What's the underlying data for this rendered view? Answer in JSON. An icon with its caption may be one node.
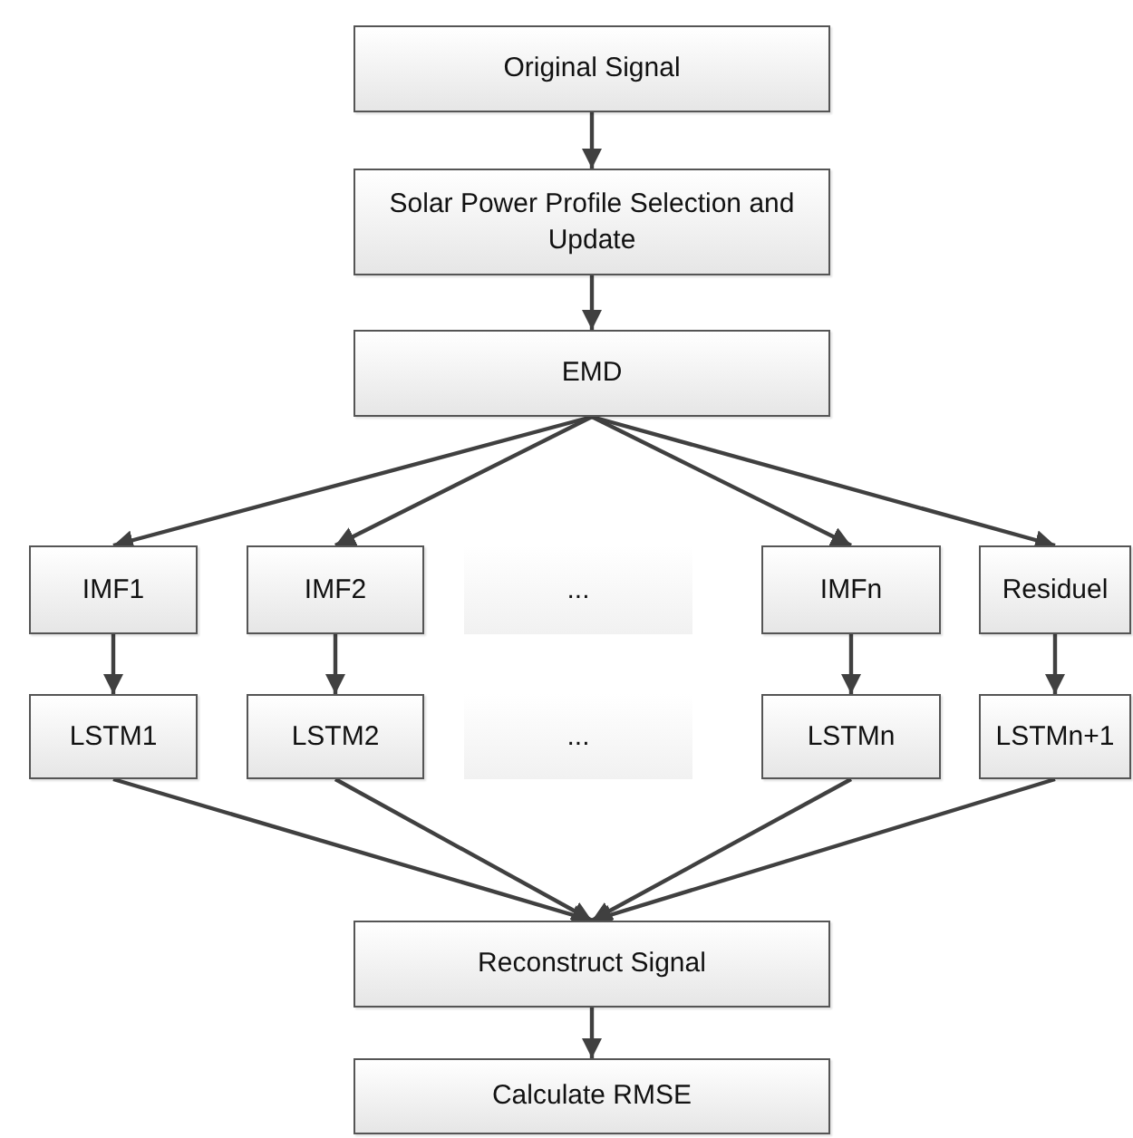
{
  "diagram": {
    "nodes": [
      {
        "text": [
          "Original Signal"
        ]
      },
      {
        "text": [
          "Solar Power Profile Selection and Update"
        ]
      },
      {
        "text": [
          "EMD"
        ]
      },
      {
        "text": [
          "IMF1"
        ]
      },
      {
        "text": [
          "IMF2"
        ]
      },
      {
        "text": [
          "..."
        ]
      },
      {
        "text": [
          "IMFn"
        ]
      },
      {
        "text": [
          "Residuel"
        ]
      },
      {
        "text": [
          "LSTM1"
        ]
      },
      {
        "text": [
          "LSTM2"
        ]
      },
      {
        "text": [
          "..."
        ]
      },
      {
        "text": [
          "LSTMn"
        ]
      },
      {
        "text": [
          "LSTMn+1"
        ]
      },
      {
        "text": [
          "Reconstruct Signal"
        ]
      },
      {
        "text": [
          "Calculate RMSE"
        ]
      }
    ],
    "edges": [
      {
        "from": 0,
        "to": 1,
        "arrow": "to"
      },
      {
        "from": 1,
        "to": 2,
        "arrow": "to"
      },
      {
        "from": 2,
        "to": 3,
        "arrow": "to"
      },
      {
        "from": 2,
        "to": 4,
        "arrow": "to"
      },
      {
        "from": 2,
        "to": 6,
        "arrow": "to"
      },
      {
        "from": 2,
        "to": 7,
        "arrow": "to"
      },
      {
        "from": 3,
        "to": 8,
        "arrow": "to"
      },
      {
        "from": 4,
        "to": 9,
        "arrow": "to"
      },
      {
        "from": 6,
        "to": 11,
        "arrow": "to"
      },
      {
        "from": 7,
        "to": 12,
        "arrow": "to"
      },
      {
        "from": 8,
        "to": 13,
        "arrow": "to"
      },
      {
        "from": 9,
        "to": 13,
        "arrow": "to"
      },
      {
        "from": 11,
        "to": 13,
        "arrow": "to"
      },
      {
        "from": 12,
        "to": 13,
        "arrow": "to"
      },
      {
        "from": 13,
        "to": 14,
        "arrow": "to"
      }
    ]
  }
}
